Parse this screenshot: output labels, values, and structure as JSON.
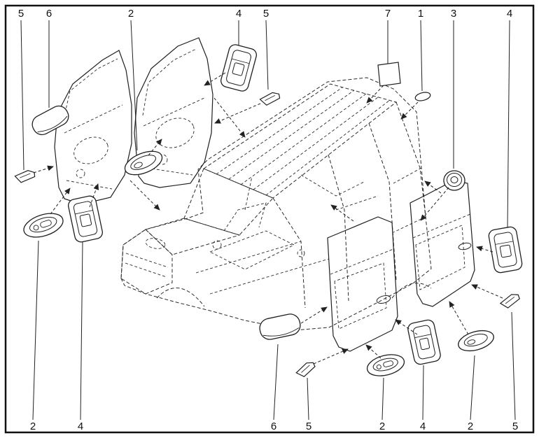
{
  "diagram": {
    "description": "Exploded isometric line drawing of a van body showing sealing plugs, grommets, pads and trim parts with numbered callouts",
    "colors": {
      "line": "#222222",
      "background": "#ffffff",
      "frame": "#111111"
    },
    "callouts_top": [
      {
        "label": "5"
      },
      {
        "label": "6"
      },
      {
        "label": "2"
      },
      {
        "label": "4"
      },
      {
        "label": "5"
      },
      {
        "label": "7"
      },
      {
        "label": "1"
      },
      {
        "label": "3"
      },
      {
        "label": "4"
      }
    ],
    "callouts_bottom": [
      {
        "label": "2"
      },
      {
        "label": "4"
      },
      {
        "label": "6"
      },
      {
        "label": "5"
      },
      {
        "label": "2"
      },
      {
        "label": "4"
      },
      {
        "label": "2"
      },
      {
        "label": "5"
      }
    ]
  }
}
